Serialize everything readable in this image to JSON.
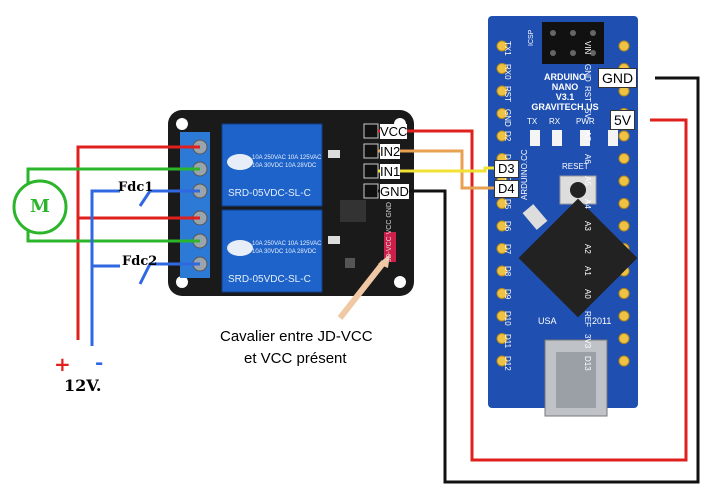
{
  "motor": {
    "label": "M"
  },
  "switches": [
    {
      "label": "Fdc1"
    },
    {
      "label": "Fdc2"
    }
  ],
  "power": {
    "plus": "+",
    "minus": "-",
    "voltage": "12V."
  },
  "relay_module": {
    "relay_top_text": [
      "10A 250VAC  10A 125VAC",
      "10A 30VDC  10A 28VDC"
    ],
    "relay_model": "SRD-05VDC-SL-C",
    "jumper_label": "JD-VCC VCC GND"
  },
  "relay_pins": [
    "VCC",
    "IN2",
    "IN1",
    "GND"
  ],
  "arduino": {
    "title_lines": [
      "ARDUINO",
      "NANO",
      "V3.1",
      "GRAVITECH.US"
    ],
    "leds": [
      "TX",
      "RX",
      "PWR",
      "L"
    ],
    "reset": "RESET",
    "brand_vertical": "ARDUINO.CC",
    "chip_text": "USA",
    "year": "2011",
    "icsp": "ICSP",
    "left_pins": [
      "TX1",
      "RX0",
      "RST",
      "GND",
      "D2",
      "D3",
      "D4",
      "D5",
      "D6",
      "D7",
      "D8",
      "D9",
      "D10",
      "D11",
      "D12"
    ],
    "right_pins": [
      "VIN",
      "GND",
      "RST",
      "5V",
      "A7",
      "A6",
      "A5",
      "A4",
      "A3",
      "A2",
      "A1",
      "A0",
      "REF",
      "3V3",
      "D13"
    ]
  },
  "arduino_labels": {
    "gnd": "GND",
    "v5": "5V",
    "d3": "D3",
    "d4": "D4"
  },
  "annotation": {
    "line1": "Cavalier entre JD-VCC",
    "line2": "et VCC présent"
  },
  "colors": {
    "red": "#e0201c",
    "green": "#2ab52a",
    "blue": "#2f68e0",
    "yellow": "#f2e233",
    "orange": "#e8a052",
    "black": "#111111",
    "board_blue": "#1f4fb0",
    "relay_blue": "#1e63c9"
  }
}
